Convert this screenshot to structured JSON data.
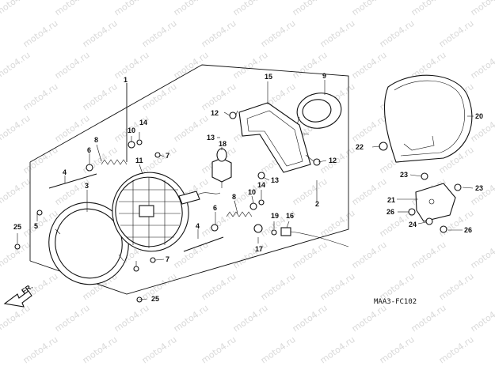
{
  "watermark": "moto4.ru",
  "diagram_code": "MAA3-FC102",
  "direction_label": "FR.",
  "callouts": {
    "c1": "1",
    "c2": "2",
    "c3": "3",
    "c4a": "4",
    "c4b": "4",
    "c5": "5",
    "c6a": "6",
    "c6b": "6",
    "c7a": "7",
    "c7b": "7",
    "c8a": "8",
    "c8b": "8",
    "c9": "9",
    "c10a": "10",
    "c10b": "10",
    "c11": "11",
    "c12a": "12",
    "c12b": "12",
    "c13a": "13",
    "c13b": "13",
    "c14a": "14",
    "c14b": "14",
    "c15": "15",
    "c16": "16",
    "c17": "17",
    "c18": "18",
    "c19": "19",
    "c20": "20",
    "c21": "21",
    "c22": "22",
    "c23a": "23",
    "c23b": "23",
    "c24": "24",
    "c25a": "25",
    "c25b": "25",
    "c26a": "26",
    "c26b": "26"
  }
}
